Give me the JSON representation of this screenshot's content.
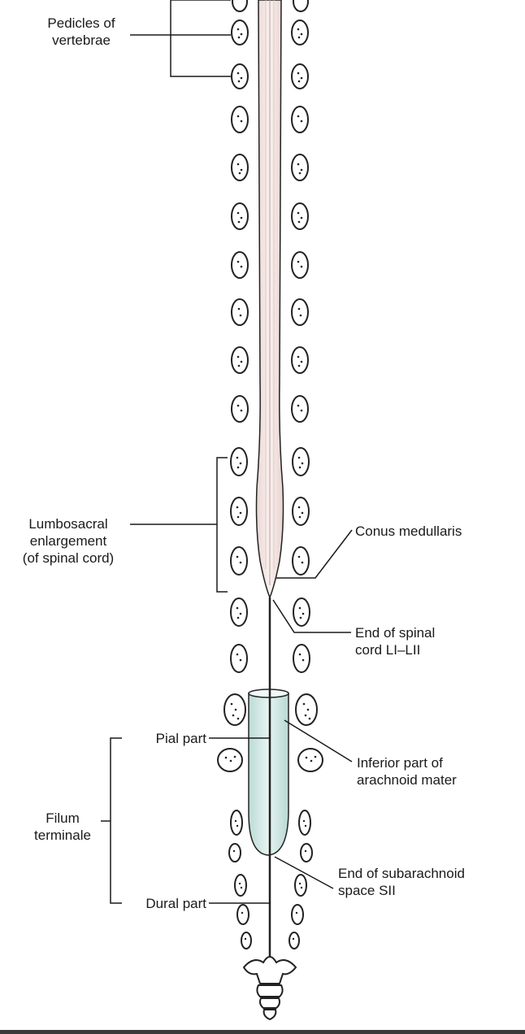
{
  "labels": {
    "pedicles": [
      "Pedicles of",
      "vertebrae"
    ],
    "lumbosacral": [
      "Lumbosacral",
      "enlargement",
      "(of spinal cord)"
    ],
    "conus": "Conus medullaris",
    "end_cord": [
      "End of spinal",
      "cord LI–LII"
    ],
    "pial": "Pial part",
    "filum": [
      "Filum",
      "terminale"
    ],
    "arachnoid": [
      "Inferior part of",
      "arachnoid mater"
    ],
    "subarachnoid": [
      "End of subarachnoid",
      "space SII"
    ],
    "dural": "Dural part"
  },
  "colors": {
    "spinal_cord_fill": "#f2e4e2",
    "dural_sac_fill": "#d4ebe6",
    "line": "#1a1a1a"
  }
}
